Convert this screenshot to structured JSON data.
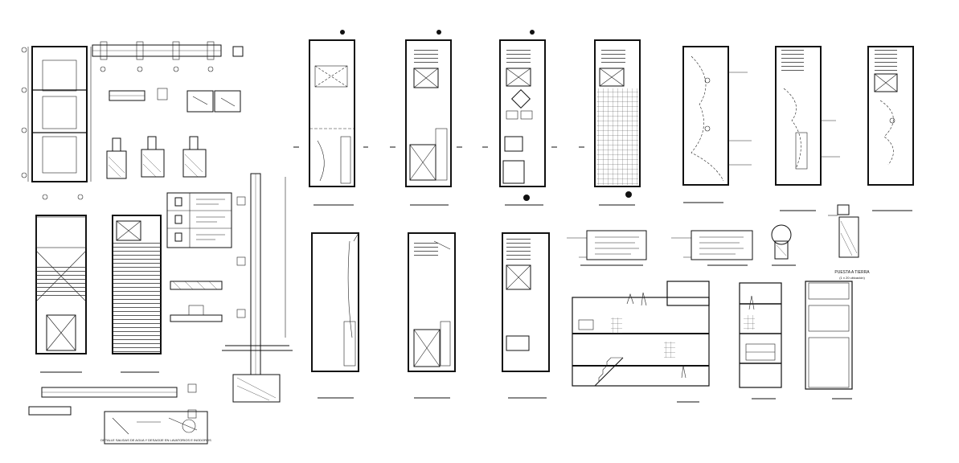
{
  "drawing": {
    "colors": {
      "ink": "#111111",
      "paper": "#ffffff"
    },
    "notes": {
      "ground_label": "PUESTA A TIERRA",
      "ground_scale": "(1 x 20 ubicación)",
      "detail_caption": "DETALLE SALIDAS DE AGUA Y DESAGÜE EN LAVATORIOS E INODOROS"
    }
  }
}
